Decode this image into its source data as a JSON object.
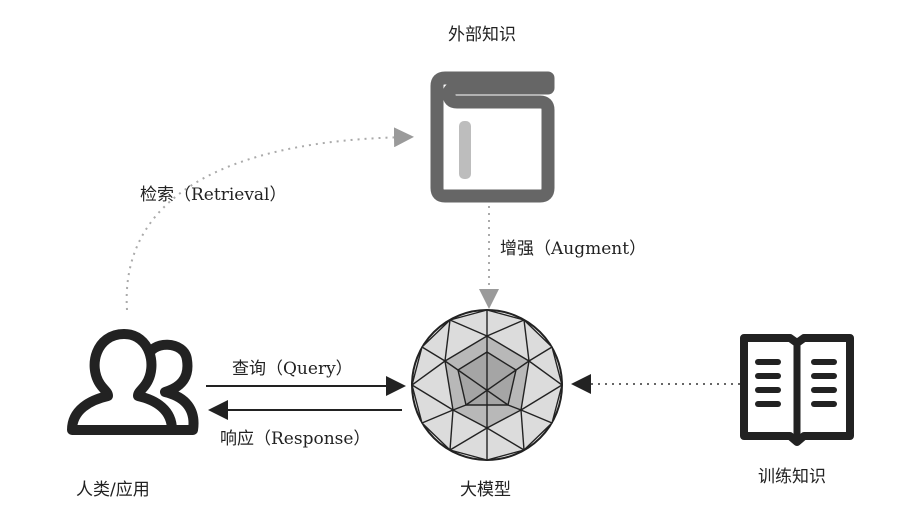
{
  "nodes": {
    "external_knowledge": "外部知识",
    "users_apps": "人类/应用",
    "large_model": "大模型",
    "training_knowledge": "训练知识"
  },
  "edges": {
    "retrieval": "检索（Retrieval）",
    "augment": "增强（Augment）",
    "query": "查询（Query）",
    "response": "响应（Response）"
  },
  "icons": {
    "external_knowledge": "book-icon",
    "users_apps": "users-icon",
    "large_model": "polyhedron-icon",
    "training_knowledge": "open-book-icon"
  },
  "colors": {
    "icon_dark": "#222222",
    "icon_gray": "#666666",
    "dotted_line": "#aaaaaa"
  }
}
